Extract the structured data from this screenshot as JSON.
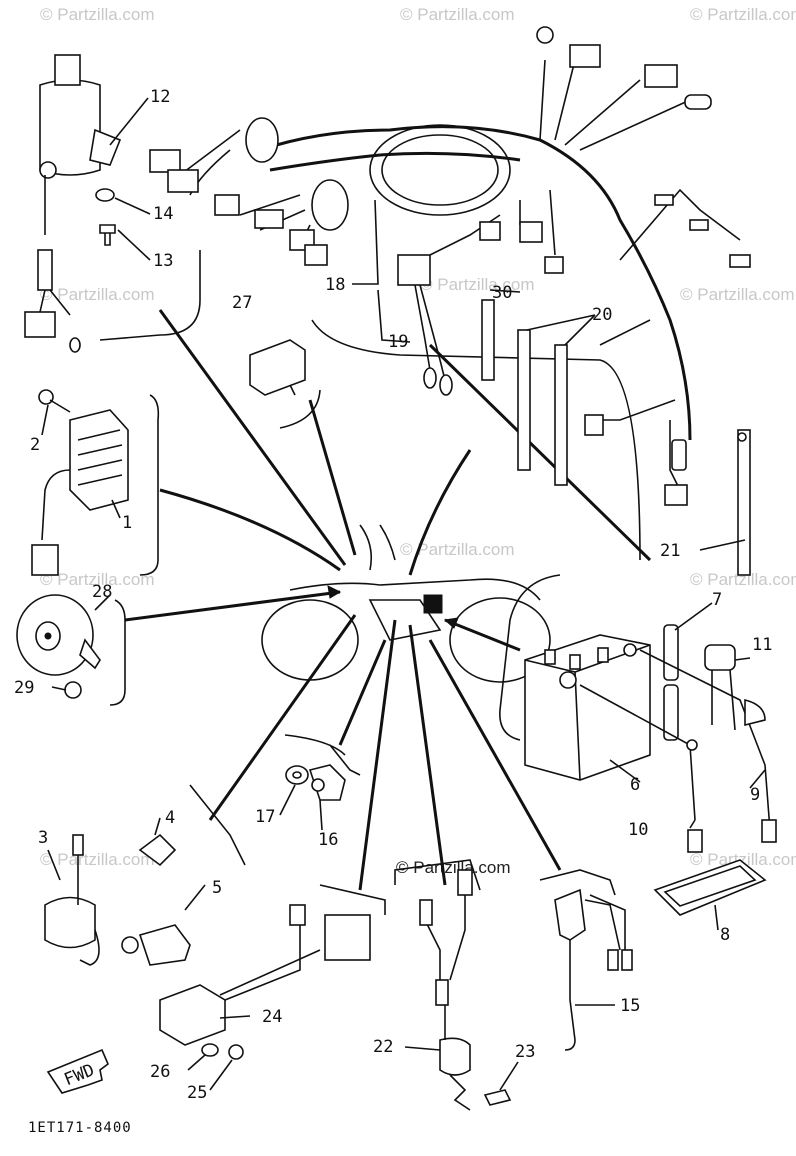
{
  "callouts": [
    {
      "id": "c1",
      "label": "1"
    },
    {
      "id": "c2",
      "label": "2"
    },
    {
      "id": "c3",
      "label": "3"
    },
    {
      "id": "c4",
      "label": "4"
    },
    {
      "id": "c5",
      "label": "5"
    },
    {
      "id": "c6",
      "label": "6"
    },
    {
      "id": "c7",
      "label": "7"
    },
    {
      "id": "c8",
      "label": "8"
    },
    {
      "id": "c9",
      "label": "9"
    },
    {
      "id": "c10",
      "label": "10"
    },
    {
      "id": "c11",
      "label": "11"
    },
    {
      "id": "c12",
      "label": "12"
    },
    {
      "id": "c13",
      "label": "13"
    },
    {
      "id": "c14",
      "label": "14"
    },
    {
      "id": "c15",
      "label": "15"
    },
    {
      "id": "c16",
      "label": "16"
    },
    {
      "id": "c17",
      "label": "17"
    },
    {
      "id": "c18",
      "label": "18"
    },
    {
      "id": "c19",
      "label": "19"
    },
    {
      "id": "c20",
      "label": "20"
    },
    {
      "id": "c21",
      "label": "21"
    },
    {
      "id": "c22",
      "label": "22"
    },
    {
      "id": "c23",
      "label": "23"
    },
    {
      "id": "c24",
      "label": "24"
    },
    {
      "id": "c25",
      "label": "25"
    },
    {
      "id": "c26",
      "label": "26"
    },
    {
      "id": "c27",
      "label": "27"
    },
    {
      "id": "c28",
      "label": "28"
    },
    {
      "id": "c29",
      "label": "29"
    },
    {
      "id": "c30",
      "label": "30"
    }
  ],
  "fwd_label": "FWD",
  "diagram_code": "1ET171-8400",
  "watermark": "© Partzilla.com"
}
